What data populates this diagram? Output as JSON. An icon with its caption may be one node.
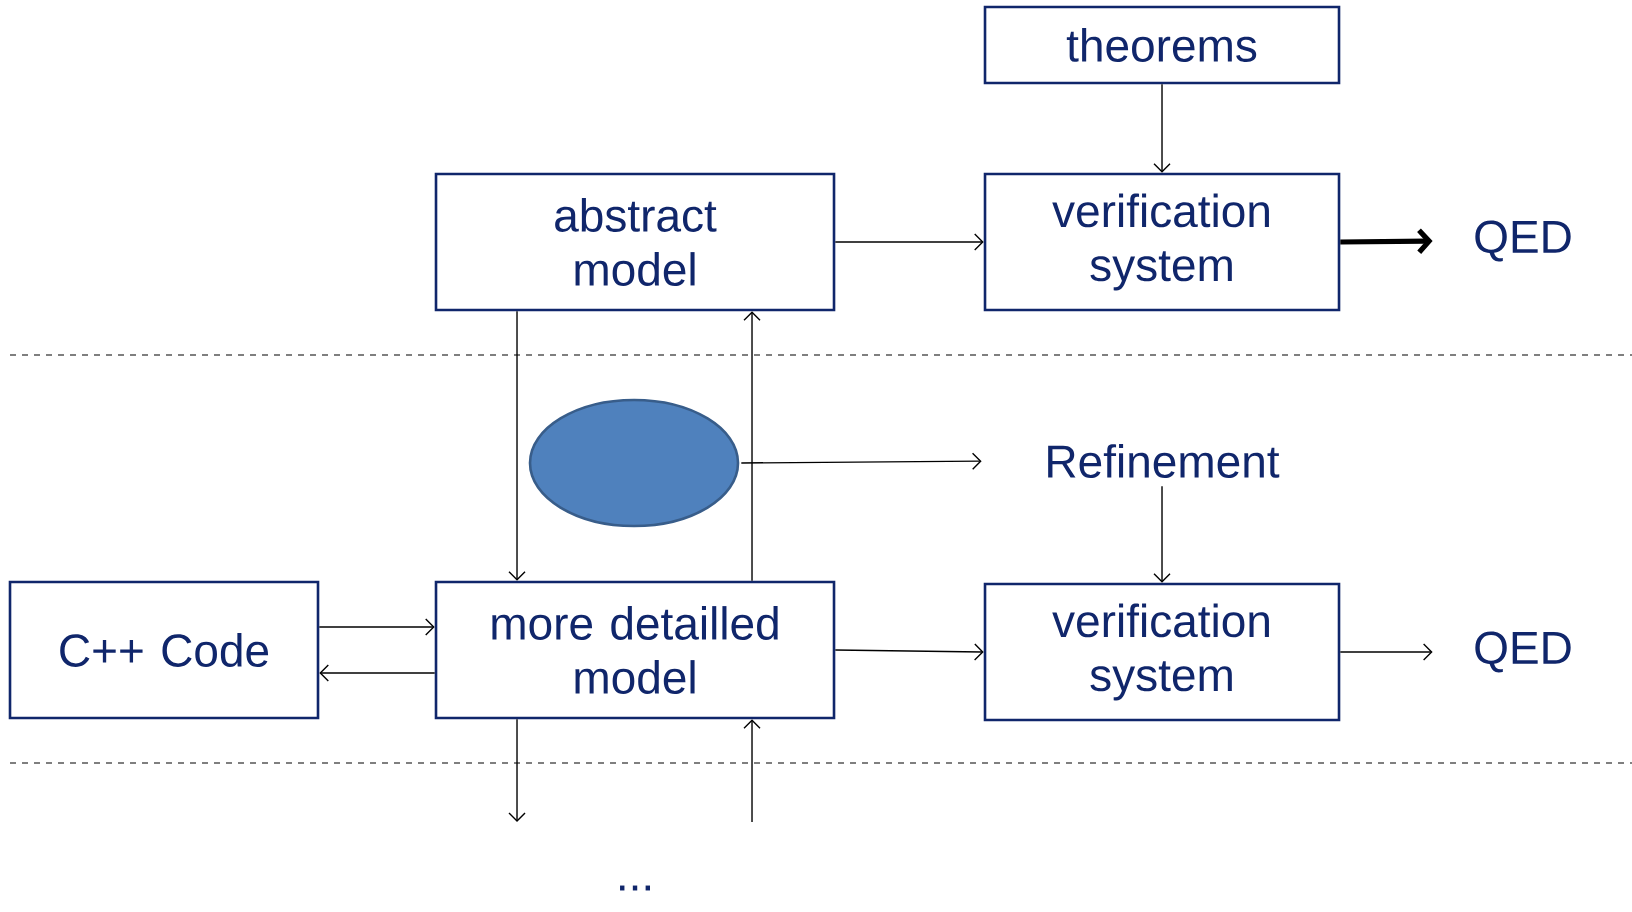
{
  "diagram": {
    "nodes": [
      {
        "text": [
          "theorems"
        ]
      },
      {
        "text": [
          "abstract model"
        ]
      },
      {
        "text": [
          "verification system"
        ]
      },
      {
        "text": [
          "QED"
        ]
      },
      {
        "text": [],
        "shape": "ellipse"
      },
      {
        "text": [
          "Refinement"
        ]
      },
      {
        "text": [
          "C++ Code"
        ]
      },
      {
        "text": [
          "more detailled model"
        ]
      },
      {
        "text": [
          "verification system"
        ]
      },
      {
        "text": [
          "QED"
        ]
      }
    ],
    "edges": [
      {
        "from": 0,
        "to": 2,
        "arrow": "to"
      },
      {
        "from": 1,
        "to": 2,
        "arrow": "to"
      },
      {
        "from": 2,
        "to": 3,
        "arrow": "to",
        "style": "thick"
      },
      {
        "from": 1,
        "to": 7,
        "arrow": "to"
      },
      {
        "from": 7,
        "to": 1,
        "arrow": "to"
      },
      {
        "from": 4,
        "to": 5,
        "arrow": "to"
      },
      {
        "from": 5,
        "to": 8,
        "arrow": "to"
      },
      {
        "from": 6,
        "to": 7,
        "arrow": "to"
      },
      {
        "from": 7,
        "to": 6,
        "arrow": "to"
      },
      {
        "from": 7,
        "to": 8,
        "arrow": "to"
      },
      {
        "from": 8,
        "to": 9,
        "arrow": "to"
      },
      {
        "from": 7,
        "to": null,
        "arrow": "to"
      },
      {
        "from": null,
        "to": 7,
        "arrow": "to"
      }
    ],
    "labels": [
      "..."
    ]
  }
}
